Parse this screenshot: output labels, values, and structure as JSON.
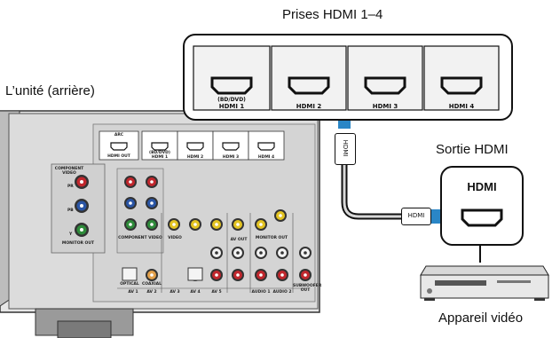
{
  "labels": {
    "hdmi_jacks_title": "Prises HDMI 1–4",
    "unit_rear": "L’unité (arrière)",
    "hdmi_output_title": "Sortie HDMI",
    "video_device": "Appareil vidéo"
  },
  "callout_ports": {
    "hdmi1_sub": "(BD/DVD)",
    "hdmi1": "HDMI 1",
    "hdmi2": "HDMI 2",
    "hdmi3": "HDMI 3",
    "hdmi4": "HDMI 4"
  },
  "cable": {
    "plug_top": "HDMI",
    "plug_right": "HDMI"
  },
  "device_callout": {
    "title": "HDMI"
  },
  "panel": {
    "arc": "ARC",
    "hdmi_out": "HDMI OUT",
    "bd_dvd": "(BD/DVD)",
    "hdmi1": "HDMI 1",
    "hdmi2": "HDMI 2",
    "hdmi3": "HDMI 3",
    "hdmi4": "HDMI 4",
    "component_video": "COMPONENT VIDEO",
    "pr": "PR",
    "pb": "PB",
    "y": "Y",
    "monitor_out": "MONITOR OUT",
    "component_video_2": "COMPONENT VIDEO",
    "video": "VIDEO",
    "monitor_out_2": "MONITOR OUT",
    "av_out": "AV OUT",
    "optical": "OPTICAL",
    "coaxial": "COAXIAL",
    "av1": "AV 1",
    "av2": "AV 2",
    "av3": "AV 3",
    "av4": "AV 4",
    "av5": "AV 5",
    "audio1": "AUDIO 1",
    "audio2": "AUDIO 2",
    "subwoofer_out": "SUBWOOFER OUT"
  },
  "colors": {
    "arrow_blue": "#2a86c6",
    "jack_red": "#c1272d",
    "jack_blue": "#2a55a5",
    "jack_green": "#2e8b3a",
    "jack_yellow": "#e3c321"
  }
}
